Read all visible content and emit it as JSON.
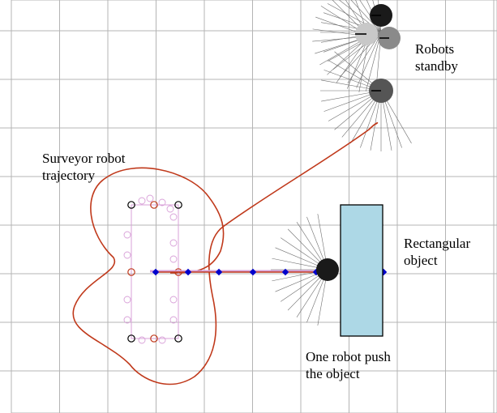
{
  "labels": {
    "robots_standby_1": "Robots",
    "robots_standby_2": "standby",
    "surveyor_1": "Surveyor robot",
    "surveyor_2": "trajectory",
    "rect_obj_1": "Rectangular",
    "rect_obj_2": "object",
    "push_1": "One robot push",
    "push_2": "the object"
  },
  "colors": {
    "grid": "#b4b4b4",
    "trajectory": "#c0391b",
    "object_fill": "#add8e6",
    "formation_line": "#d8a0d8",
    "path_marker": "#0000cc",
    "robot_dark": "#1a1a1a",
    "robot_mid": "#555555",
    "robot_light": "#c8c8c8",
    "robot_gray": "#8a8a8a",
    "ray": "#6e6e6e"
  },
  "icons": {
    "robot": "robot-circle-icon",
    "object": "rectangle-shape-icon"
  }
}
